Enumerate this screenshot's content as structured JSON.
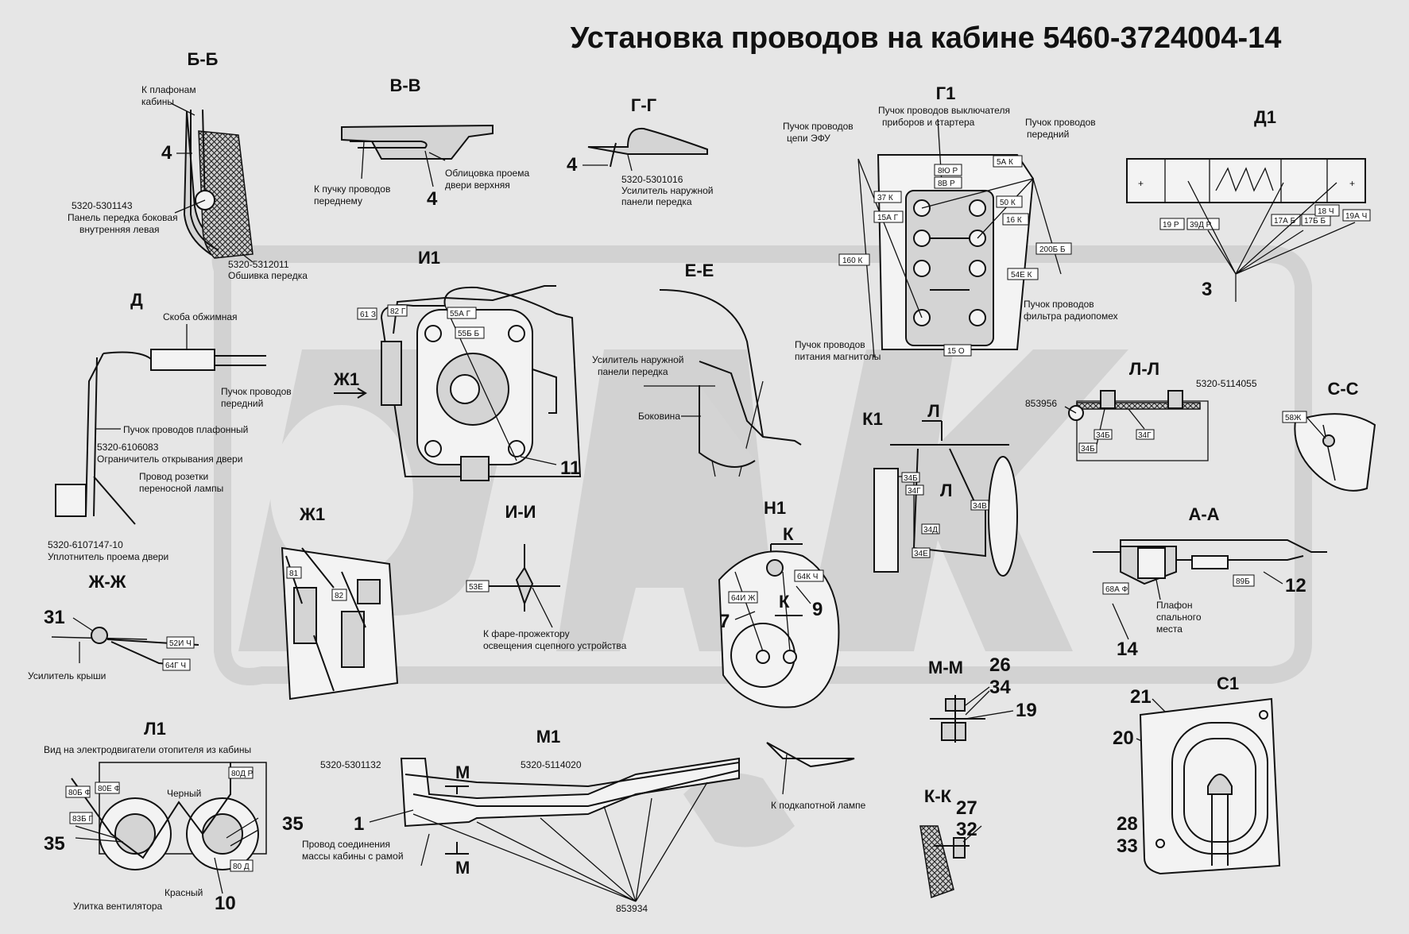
{
  "title": "Установка проводов на кабине 5460-3724004-14",
  "colors": {
    "background": "#e6e6e6",
    "line": "#111111",
    "watermark": "#d2d2d2"
  },
  "sections": {
    "bb": {
      "label": "Б-Б",
      "lbl_top": "К плафонам кабины",
      "lbl_part": "5320-5301143 Панель передка боковая внутренняя левая",
      "lbl_trim": "5320-5312011 Обшивка передка",
      "num": "4"
    },
    "vv": {
      "label": "В-В",
      "lbl_bundle": "К пучку проводов переднему",
      "lbl_cover": "Облицовка проема двери верхняя",
      "num": "4"
    },
    "gg": {
      "label": "Г-Г",
      "lbl_part": "5320-5301016 Усилитель наружной панели передка",
      "num": "4"
    },
    "g1": {
      "label": "Г1",
      "lbl_efu": "Пучок проводов цепи ЭФУ",
      "lbl_switch": "Пучок проводов выключателя приборов и стартера",
      "lbl_front": "Пучок проводов передний",
      "lbl_filter": "Пучок проводов фильтра радиопомех",
      "lbl_radio": "Пучок проводов питания магнитолы"
    },
    "d1": {
      "label": "Д1",
      "num": "3"
    },
    "d": {
      "label": "Д",
      "lbl_clamp": "Скоба обжимная",
      "lbl_front": "Пучок проводов передний",
      "lbl_ceiling": "Пучок проводов плафонный",
      "lbl_limiter": "5320-6106083 Ограничитель открывания двери",
      "lbl_socket": "Провод розетки переносной лампы",
      "lbl_seal": "5320-6107147-10 Уплотнитель проема двери"
    },
    "i1": {
      "label": "И1",
      "num": "11"
    },
    "ee": {
      "label": "Е-Е",
      "lbl_reinf": "Усилитель наружной панели передка",
      "lbl_side": "Боковина"
    },
    "zh1a": {
      "label": "Ж1"
    },
    "zh1": {
      "label": "Ж1"
    },
    "ii": {
      "label": "И-И",
      "lbl_lamp": "К фаре-прожектору освещения сцепного устройства"
    },
    "k1": {
      "label": "К1",
      "l_mark": "Л"
    },
    "ll": {
      "label": "Л-Л",
      "lbl_part": "5320-5114055",
      "lbl_clip": "853956"
    },
    "ss": {
      "label": "С-С"
    },
    "h1": {
      "label": "Н1",
      "k_mark": "К",
      "n7": "7",
      "n9": "9"
    },
    "aa": {
      "label": "А-А",
      "lbl_lamp": "Плафон спального места",
      "n12": "12",
      "n14": "14"
    },
    "zhzh": {
      "label": "Ж-Ж",
      "lbl_roof": "Усилитель крыши",
      "num": "31"
    },
    "l1": {
      "label": "Л1",
      "lbl_view": "Вид на электродвигатели отопителя из кабины",
      "lbl_black": "Черный",
      "lbl_red": "Красный",
      "lbl_snail": "Улитка вентилятора",
      "n35a": "35",
      "n35b": "35",
      "n10": "10"
    },
    "m1": {
      "label": "М1",
      "lbl_left": "5320-5301132",
      "lbl_right": "5320-5114020",
      "lbl_ground": "Провод соединения массы кабины с рамой",
      "lbl_hood": "К подкапотной лампе",
      "lbl_clip": "853934",
      "m_top": "М",
      "m_bot": "М",
      "num": "1"
    },
    "mm": {
      "label": "М-М",
      "n26": "26",
      "n34": "34",
      "n19": "19"
    },
    "kk": {
      "label": "К-К",
      "n27": "27",
      "n32": "32"
    },
    "s1": {
      "label": "С1",
      "n21": "21",
      "n20": "20",
      "n28": "28",
      "n33": "33"
    }
  },
  "wire_tags": {
    "g1": [
      "8Ю Р",
      "8В Р",
      "5А К",
      "37 К",
      "15А Г",
      "50 К",
      "16 К",
      "160 К",
      "200Б Б",
      "54Е К",
      "15 О"
    ],
    "d1": [
      "19 Р",
      "39Д Р",
      "17А Б",
      "17Б Б",
      "18 Ч",
      "19А Ч"
    ],
    "i1": [
      "61 З",
      "82 Г",
      "55А Г",
      "55Б Б"
    ],
    "ll": [
      "34Б",
      "34Г"
    ],
    "ss": [
      "58Ж"
    ],
    "k1": [
      "34Б",
      "34Г",
      "34В",
      "34Д",
      "34Е"
    ],
    "h1": [
      "64И Ж",
      "64К Ч"
    ],
    "ii": [
      "53Е"
    ],
    "zhzh": [
      "52И Ч",
      "64Г Ч"
    ],
    "zh1": [
      "81",
      "82"
    ],
    "aa": [
      "68А Ф",
      "89Б"
    ],
    "l1": [
      "80Б Ф",
      "80Е Ф",
      "80Д Р",
      "83Б Г",
      "80 Д"
    ]
  }
}
